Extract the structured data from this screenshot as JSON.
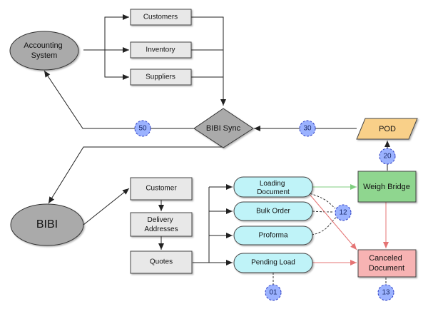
{
  "nodes": {
    "accounting_system": "Accounting\nSystem",
    "customers": "Customers",
    "inventory": "Inventory",
    "suppliers": "Suppliers",
    "bibi_sync": "BIBI Sync",
    "pod": "POD",
    "bibi": "BIBI",
    "customer": "Customer",
    "delivery_addresses": "Delivery\nAddresses",
    "quotes": "Quotes",
    "loading_document": "Loading\nDocument",
    "bulk_order": "Bulk Order",
    "proforma": "Proforma",
    "pending_load": "Pending Load",
    "weigh_bridge": "Weigh Bridge",
    "canceled_document": "Canceled\nDocument"
  },
  "badges": {
    "b50": "50",
    "b30": "30",
    "b20": "20",
    "b12": "12",
    "b01": "01",
    "b13": "13"
  },
  "colors": {
    "gray_shape": "#aaaaaa",
    "light_box": "#e8e8e8",
    "cyan_pill": "#bff3f8",
    "green_box": "#8fd68f",
    "pink_box": "#f7b3b3",
    "orange_pod": "#f9d089",
    "badge_fill": "#9bb2ff",
    "green_line": "#7fce7f",
    "red_line": "#e57474"
  }
}
